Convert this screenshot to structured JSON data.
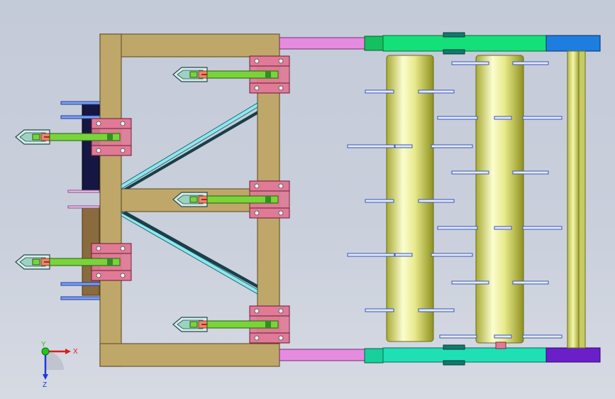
{
  "viewport": {
    "background_top": "#c4cbd8",
    "background_bottom": "#d6dae3"
  },
  "colors": {
    "frame": "#bfa76a",
    "frame_edge": "#6a5a30",
    "clamp": "#e07a96",
    "arm": "#79d43a",
    "arm_dark": "#2f8f22",
    "tine_tip": "#c9e8e8",
    "brace": "#8fe6ee",
    "roller": "#e8ea8c",
    "roller_shade": "#9c9f30",
    "beam_green": "#14e07a",
    "beam_teal": "#1fe0b4",
    "beam_blue": "#1e7ee0",
    "beam_purple": "#6a1fc8",
    "link_pink": "#e68ce0",
    "blade": "#aebbee",
    "post": "#ecf08a"
  },
  "axis_triad": {
    "x_label": "X",
    "y_label": "Y",
    "z_label": "Z",
    "x_color": "#d81e1e",
    "y_color": "#1ec81e",
    "z_color": "#1e3ad8"
  }
}
